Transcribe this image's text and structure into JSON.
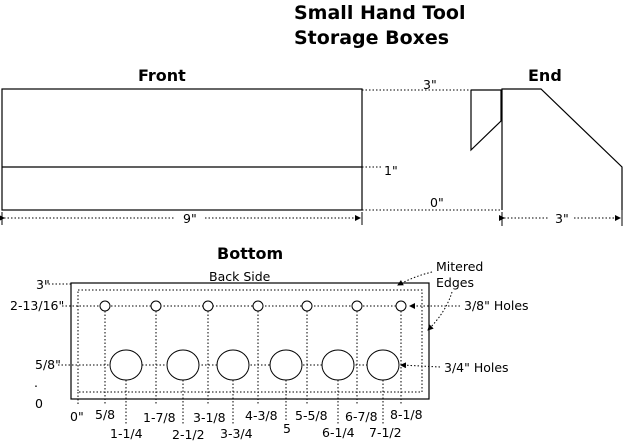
{
  "title": {
    "line1": "Small Hand Tool",
    "line2": "Storage Boxes"
  },
  "front": {
    "heading": "Front",
    "height_label": "3\"",
    "mid_label": "1\"",
    "base_label": "0\"",
    "width_label": "9\""
  },
  "end": {
    "heading": "End",
    "width_label": "3\""
  },
  "bottom": {
    "heading": "Bottom",
    "back_side_label": "Back Side",
    "top_label": "3\"",
    "small_row_label": "2-13/16\"",
    "large_row_label": "5/8\"",
    "zero_label": "0",
    "origin_label": "0\"",
    "mitered_label_line1": "Mitered",
    "mitered_label_line2": "Edges",
    "small_holes_label": "3/8\" Holes",
    "large_holes_label": "3/4\" Holes",
    "small_hole_positions": [
      "5/8",
      "1-7/8",
      "3-1/8",
      "4-3/8",
      "5-5/8",
      "6-7/8",
      "8-1/8"
    ],
    "large_hole_positions": [
      "1-1/4",
      "2-1/2",
      "3-3/4",
      "5",
      "6-1/4",
      "7-1/2"
    ]
  }
}
